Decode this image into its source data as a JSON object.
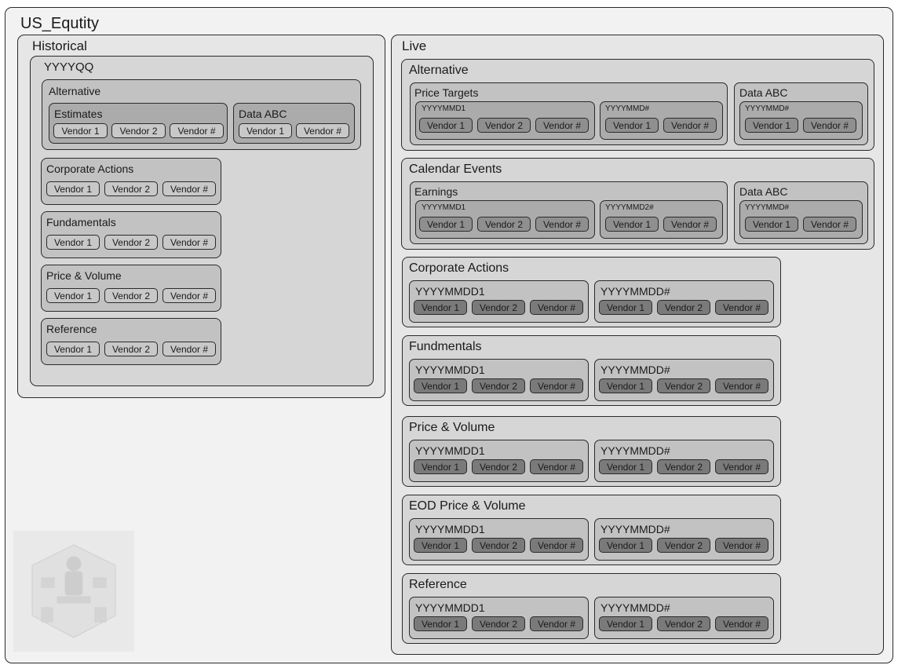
{
  "root_title": "US_Equtity",
  "historical": {
    "title": "Historical",
    "period": "YYYYQQ",
    "alternative": {
      "title": "Alternative",
      "estimates": {
        "title": "Estimates",
        "vendors": [
          "Vendor 1",
          "Vendor 2",
          "Vendor #"
        ]
      },
      "data_abc": {
        "title": "Data ABC",
        "vendors": [
          "Vendor 1",
          "Vendor #"
        ]
      }
    },
    "groups": [
      {
        "title": "Corporate Actions",
        "vendors": [
          "Vendor 1",
          "Vendor 2",
          "Vendor #"
        ]
      },
      {
        "title": "Fundamentals",
        "vendors": [
          "Vendor 1",
          "Vendor 2",
          "Vendor #"
        ]
      },
      {
        "title": "Price & Volume",
        "vendors": [
          "Vendor 1",
          "Vendor 2",
          "Vendor #"
        ]
      },
      {
        "title": "Reference",
        "vendors": [
          "Vendor 1",
          "Vendor 2",
          "Vendor #"
        ]
      }
    ]
  },
  "live": {
    "title": "Live",
    "alternative": {
      "title": "Alternative",
      "price_targets": {
        "title": "Price Targets",
        "subs": [
          {
            "title": "YYYYMMD1",
            "vendors": [
              "Vendor 1",
              "Vendor 2",
              "Vendor #"
            ]
          },
          {
            "title": "YYYYMMD#",
            "vendors": [
              "Vendor 1",
              "Vendor #"
            ]
          }
        ]
      },
      "data_abc": {
        "title": "Data ABC",
        "subs": [
          {
            "title": "YYYYMMD#",
            "vendors": [
              "Vendor 1",
              "Vendor #"
            ]
          }
        ]
      }
    },
    "calendar": {
      "title": "Calendar Events",
      "earnings": {
        "title": "Earnings",
        "subs": [
          {
            "title": "YYYYMMD1",
            "vendors": [
              "Vendor 1",
              "Vendor 2",
              "Vendor #"
            ]
          },
          {
            "title": "YYYYMMD2#",
            "vendors": [
              "Vendor 1",
              "Vendor #"
            ]
          }
        ]
      },
      "data_abc": {
        "title": "Data ABC",
        "subs": [
          {
            "title": "YYYYMMD#",
            "vendors": [
              "Vendor 1",
              "Vendor #"
            ]
          }
        ]
      }
    },
    "groups": [
      {
        "title": "Corporate Actions",
        "subs": [
          {
            "title": "YYYYMMDD1",
            "vendors": [
              "Vendor 1",
              "Vendor 2",
              "Vendor #"
            ]
          },
          {
            "title": "YYYYMMDD#",
            "vendors": [
              "Vendor 1",
              "Vendor 2",
              "Vendor #"
            ]
          }
        ]
      },
      {
        "title": "Fundmentals",
        "subs": [
          {
            "title": "YYYYMMDD1",
            "vendors": [
              "Vendor 1",
              "Vendor 2",
              "Vendor #"
            ]
          },
          {
            "title": "YYYYMMDD#",
            "vendors": [
              "Vendor 1",
              "Vendor 2",
              "Vendor #"
            ]
          }
        ]
      },
      {
        "title": "Price & Volume",
        "subs": [
          {
            "title": "YYYYMMDD1",
            "vendors": [
              "Vendor 1",
              "Vendor 2",
              "Vendor #"
            ]
          },
          {
            "title": "YYYYMMDD#",
            "vendors": [
              "Vendor 1",
              "Vendor 2",
              "Vendor #"
            ]
          }
        ]
      },
      {
        "title": "EOD Price & Volume",
        "subs": [
          {
            "title": "YYYYMMDD1",
            "vendors": [
              "Vendor 1",
              "Vendor 2",
              "Vendor #"
            ]
          },
          {
            "title": "YYYYMMDD#",
            "vendors": [
              "Vendor 1",
              "Vendor 2",
              "Vendor #"
            ]
          }
        ]
      },
      {
        "title": "Reference",
        "subs": [
          {
            "title": "YYYYMMDD1",
            "vendors": [
              "Vendor 1",
              "Vendor 2",
              "Vendor #"
            ]
          },
          {
            "title": "YYYYMMDD#",
            "vendors": [
              "Vendor 1",
              "Vendor 2",
              "Vendor #"
            ]
          }
        ]
      }
    ]
  },
  "colors": {
    "root_fill": "#f2f2f2",
    "level1_fill": "#e6e6e6",
    "level2_fill": "#d6d6d6",
    "level3_fill": "#c2c2c2",
    "level4_fill": "#ababab",
    "chip_light": "#c8c8c8",
    "chip_mid": "#8f8f8f",
    "chip_dark": "#7a7a7a",
    "border": "#2a2a2a"
  },
  "logo": {
    "icon": "robot-analyst-logo-icon"
  }
}
